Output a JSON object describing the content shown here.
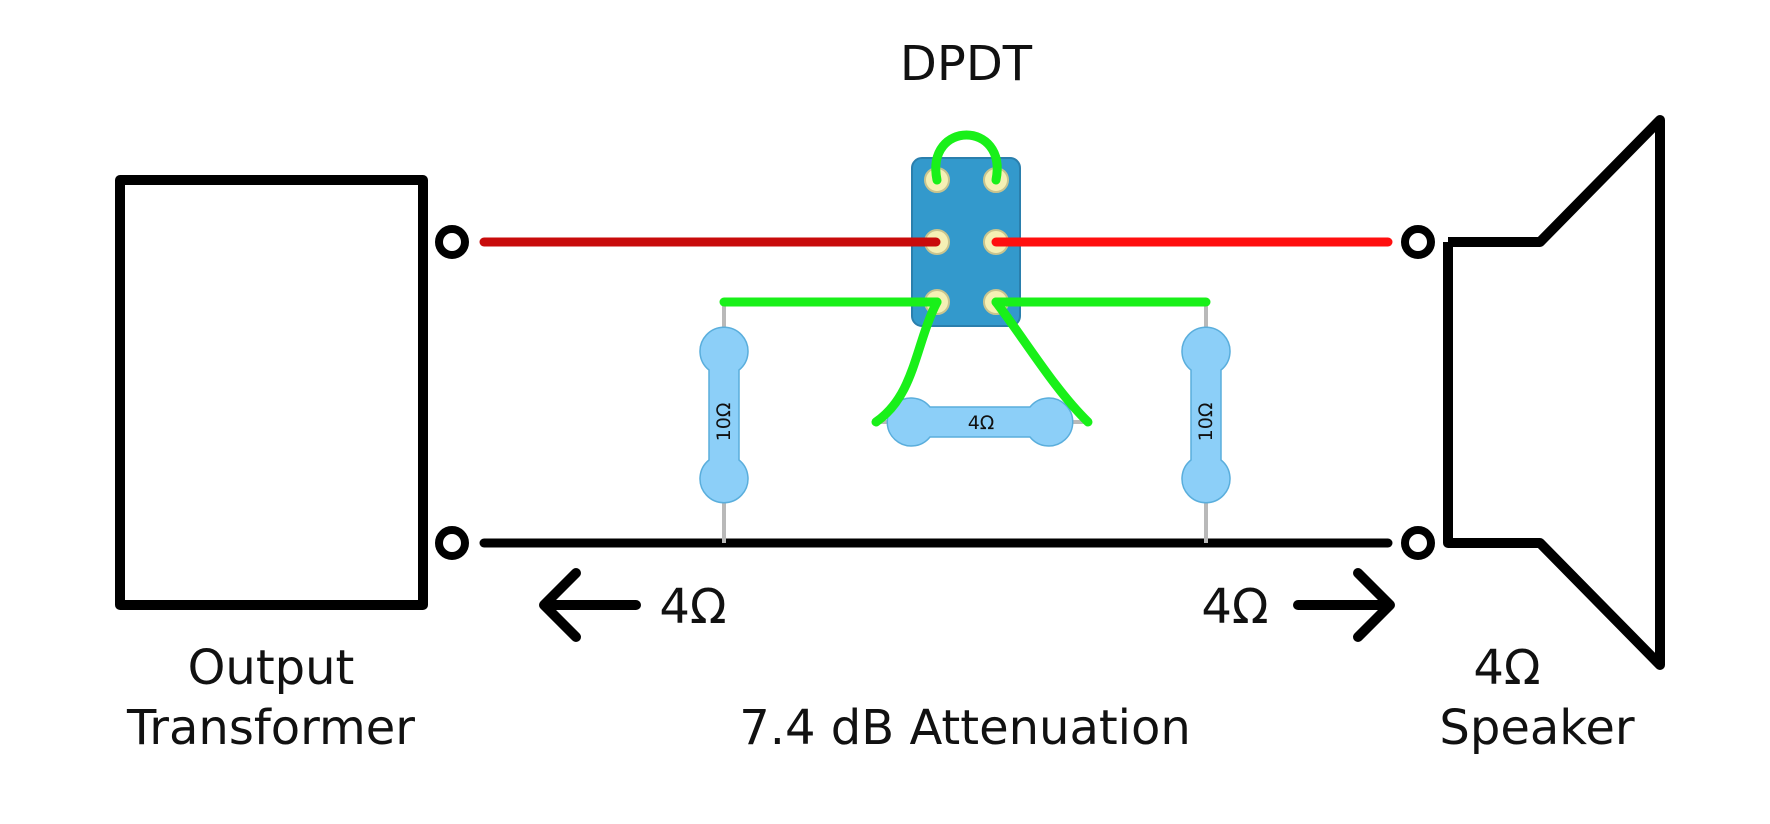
{
  "labels": {
    "switch_title": "DPDT",
    "transformer_line1": "Output",
    "transformer_line2": "Transformer",
    "impedance_left": "4Ω",
    "impedance_right": "4Ω",
    "attenuation": "7.4 dB Attenuation",
    "speaker_impedance": "4Ω",
    "speaker_label": "Speaker"
  },
  "resistors": {
    "left": "10Ω",
    "middle": "4Ω",
    "right": "10Ω"
  },
  "colors": {
    "wire_hot_left": "#c80b0b",
    "wire_hot_right": "#ff0f0f",
    "wire_ground": "#000000",
    "jumper": "#19f019",
    "switch_body": "#3399cc",
    "switch_lug": "#f5f0b5",
    "resistor": "#8ccff8",
    "resistor_lead": "#b9b9b9"
  }
}
